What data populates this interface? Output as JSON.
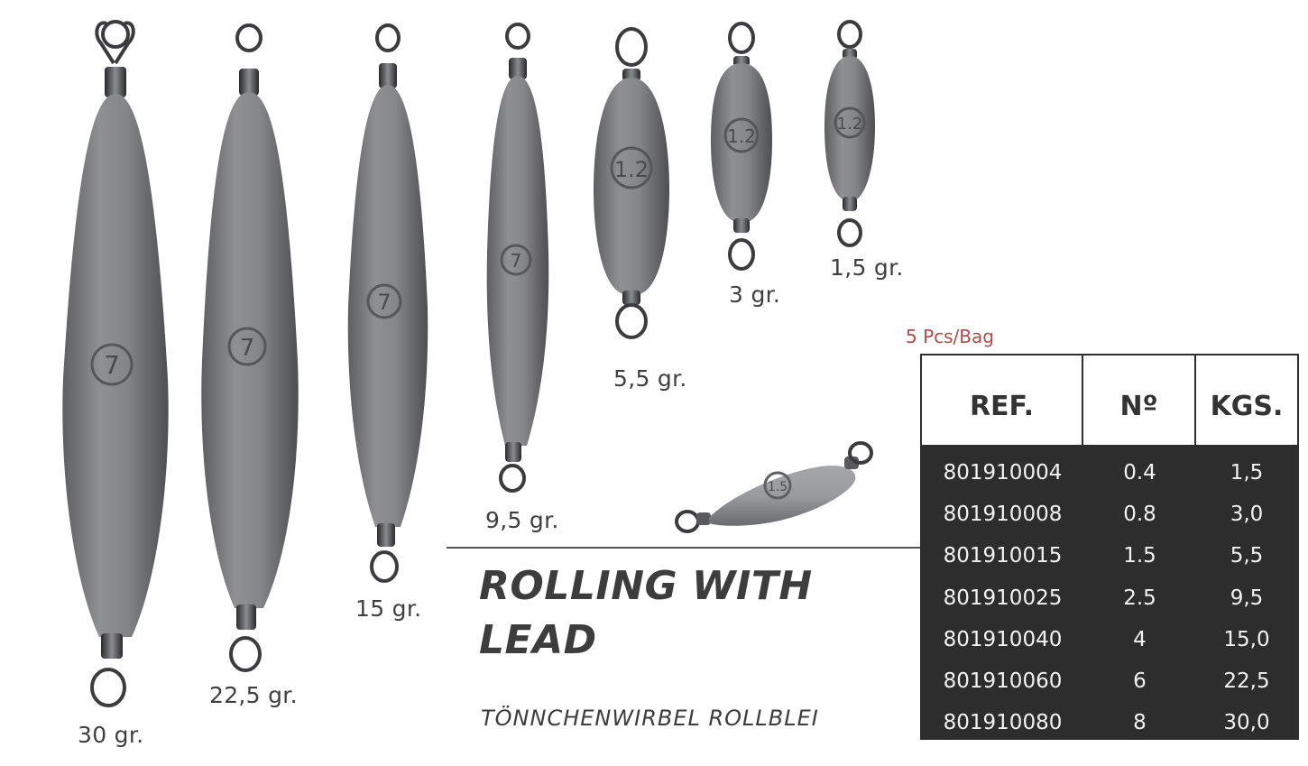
{
  "product": {
    "title_line1": "ROLLING WITH",
    "title_line2": "LEAD",
    "subtitle": "TÖNNCHENWIRBEL ROLLBLEI",
    "bag_note": "5 Pcs/Bag"
  },
  "sinkers": [
    {
      "label": "30 gr.",
      "mark": "7"
    },
    {
      "label": "22,5 gr.",
      "mark": "7"
    },
    {
      "label": "15 gr.",
      "mark": "7"
    },
    {
      "label": "9,5 gr.",
      "mark": "7"
    },
    {
      "label": "5,5 gr.",
      "mark": "1.2"
    },
    {
      "label": "3 gr.",
      "mark": "1.2"
    },
    {
      "label": "1,5 gr.",
      "mark": "1.2"
    }
  ],
  "loose_sinker_mark": "1.5",
  "table": {
    "headers": [
      "REF.",
      "Nº",
      "KGS."
    ],
    "rows": [
      [
        "801910004",
        "0.4",
        "1,5"
      ],
      [
        "801910008",
        "0.8",
        "3,0"
      ],
      [
        "801910015",
        "1.5",
        "5,5"
      ],
      [
        "801910025",
        "2.5",
        "9,5"
      ],
      [
        "801910040",
        "4",
        "15,0"
      ],
      [
        "801910060",
        "6",
        "22,5"
      ],
      [
        "801910080",
        "8",
        "30,0"
      ]
    ]
  },
  "colors": {
    "lead": "#7a7b7d",
    "table_body": "#2d2d2d",
    "bag_note": "#b24a4a"
  }
}
